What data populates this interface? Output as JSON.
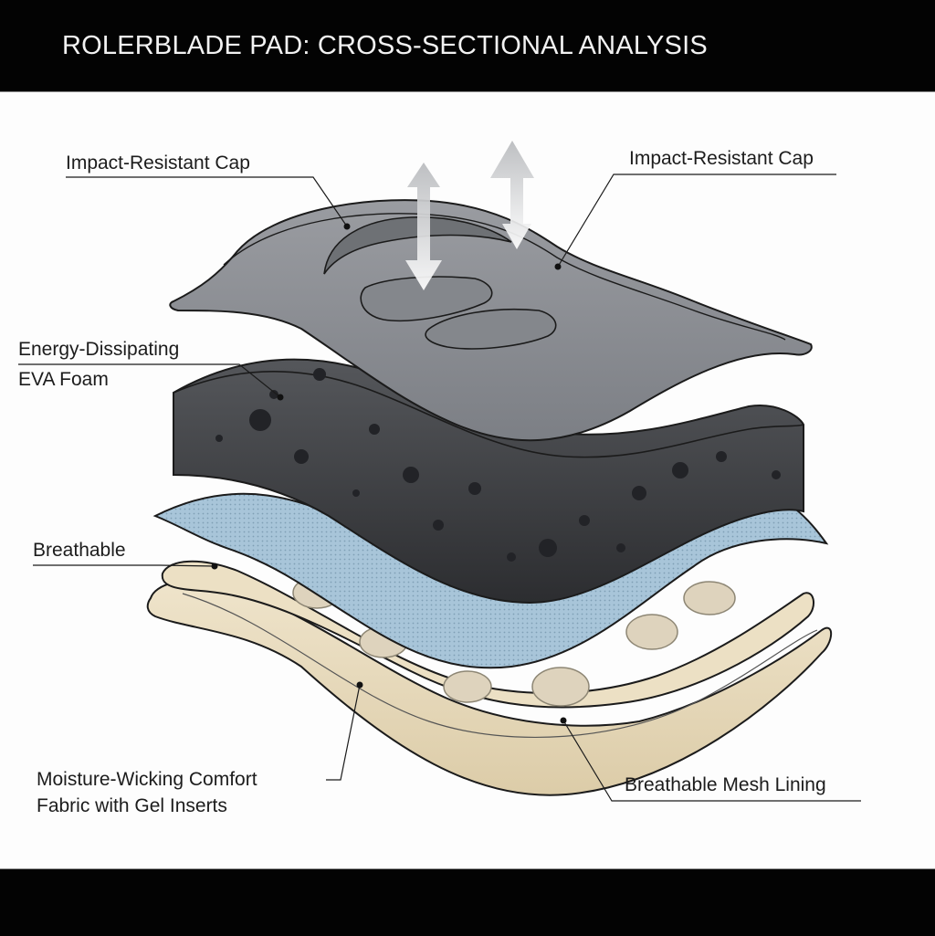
{
  "header": {
    "title": "ROLERBLADE PAD: CROSS-SECTIONAL ANALYSIS"
  },
  "labels": {
    "cap_left": "Impact-Resistant Cap",
    "cap_right": "Impact-Resistant Cap",
    "foam_line1": "Energy-Dissipating",
    "foam_line2": "EVA Foam",
    "breathable": "Breathable",
    "fabric_line1": "Moisture-Wicking Comfort",
    "fabric_line2": "Fabric with Gel Inserts",
    "mesh": "Breathable Mesh Lining"
  },
  "layers": [
    {
      "name": "Impact-Resistant Cap",
      "color": "#8d9095"
    },
    {
      "name": "Energy-Dissipating EVA Foam",
      "color": "#3e3f42"
    },
    {
      "name": "Breathable Mesh Lining",
      "color": "#a9c6da"
    },
    {
      "name": "Moisture-Wicking Comfort Fabric with Gel Inserts",
      "color": "#e6d8bb"
    }
  ],
  "icons": {
    "impact_arrow_left": "double-headed-vertical-arrow",
    "impact_arrow_right": "double-headed-vertical-arrow"
  }
}
